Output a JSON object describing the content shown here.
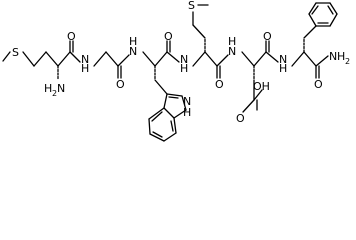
{
  "structure": {
    "atom_labels": {
      "s_left": "S",
      "s_mid": "S",
      "o_met_co": "O",
      "o_gly_co": "O",
      "o_trp_co": "O",
      "o_met2_co": "O",
      "o_asp_co": "O",
      "o_phe_co": "O",
      "o_cooh": "O",
      "oh_cooh": "OH",
      "nh_1": "N",
      "nh_2": "N",
      "nh_3": "N",
      "nh_4": "N",
      "nh_5": "N",
      "nh_indole": "N",
      "h_1": "H",
      "h_2": "H",
      "h_3": "H",
      "h_4": "H",
      "h_5": "H",
      "h_indole": "H",
      "nh2_n": "N",
      "nh2_h": "H",
      "nh2_sub": "2",
      "amide_n": "N",
      "amide_h": "H",
      "amide_sub": "2"
    }
  }
}
